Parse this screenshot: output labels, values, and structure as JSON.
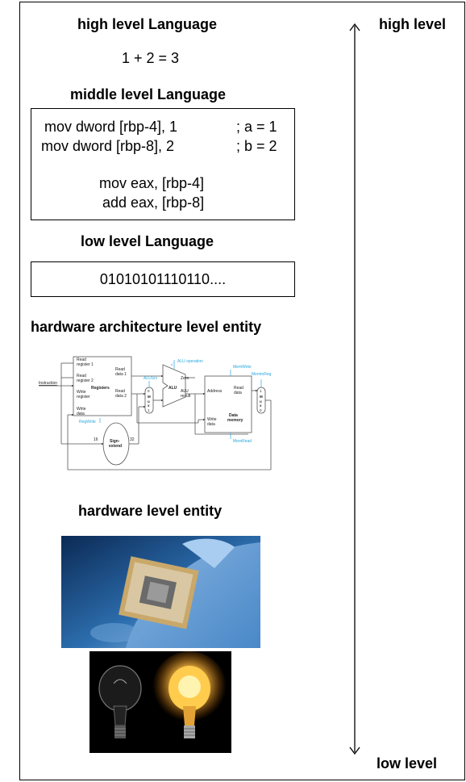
{
  "high_level": {
    "heading": "high level Language",
    "code": "1 + 2 = 3"
  },
  "middle_level": {
    "heading": "middle level Language",
    "lines": [
      {
        "instr": "mov dword [rbp-4], 1",
        "comment": "; a = 1"
      },
      {
        "instr": "mov dword [rbp-8], 2",
        "comment": "; b = 2"
      },
      {
        "instr": "mov eax, [rbp-4]",
        "comment": ""
      },
      {
        "instr": "add eax, [rbp-8]",
        "comment": ""
      }
    ]
  },
  "low_level": {
    "heading": "low level Language",
    "code": "01010101110110...."
  },
  "architecture": {
    "heading": "hardware architecture level entity",
    "diagram": {
      "accent": "#2aa7df",
      "labels": {
        "read_register_1": [
          "Read",
          "register 1"
        ],
        "read_register_2": [
          "Read",
          "register 2"
        ],
        "write_register": [
          "Write",
          "register"
        ],
        "write_data": [
          "Write",
          "data"
        ],
        "read_data_1": [
          "Read",
          "data 1"
        ],
        "read_data_2": [
          "Read",
          "data 2"
        ],
        "registers": "Registers",
        "instruction": "Instruction",
        "alu": "ALU",
        "zero": "Zero",
        "alu_result": [
          "ALU",
          "result"
        ],
        "alu_operation": "ALU operation",
        "alusrc": "ALUSrc",
        "regwrite": "RegWrite",
        "address": "Address",
        "dm_read_data": [
          "Read",
          "data"
        ],
        "dm_write_data": [
          "Write",
          "data"
        ],
        "data_memory": [
          "Data",
          "memory"
        ],
        "memwrite": "MemWrite",
        "memtoreg": "MemtoReg",
        "memread": "MemRead",
        "sign_extend": [
          "Sign-",
          "extend"
        ],
        "bits_16": "16",
        "bits_32": "32",
        "mux_0": "0",
        "mux_1": "1",
        "mux_m": "M",
        "mux_u": "u",
        "mux_x": "x",
        "alu_op_width": "4"
      }
    }
  },
  "hardware": {
    "heading": "hardware level entity"
  },
  "axis": {
    "top_label": "high level",
    "bottom_label": "low level"
  }
}
